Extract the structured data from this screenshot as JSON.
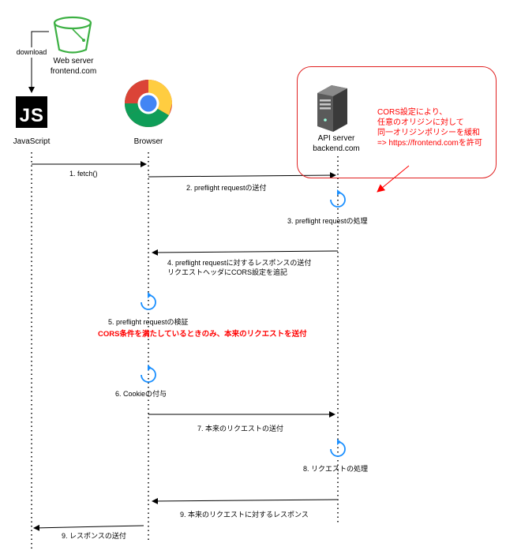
{
  "actors": {
    "webserver": {
      "line1": "Web server",
      "line2": "frontend.com"
    },
    "javascript": {
      "label": "JavaScript",
      "logo_text": "JS"
    },
    "browser": {
      "label": "Browser"
    },
    "api": {
      "line1": "API server",
      "line2": "backend.com"
    }
  },
  "download_label": "download",
  "cors_note": {
    "line1": "CORS設定により、",
    "line2": "任意のオリジンに対して",
    "line3": "同一オリジンポリシーを緩和",
    "line4": "=> https://frontend.comを許可"
  },
  "steps": {
    "s1": "1. fetch()",
    "s2": "2. preflight requestの送付",
    "s3": "3. preflight requestの処理",
    "s4a": "4. preflight requestに対するレスポンスの送付",
    "s4b": "リクエストヘッダにCORS設定を追記",
    "s5": "5. preflight requestの検証",
    "cors_condition": "CORS条件を満たしているときのみ、本来のリクエストを送付",
    "s6": "6. Cookieの付与",
    "s7": "7. 本来のリクエストの送付",
    "s8": "8. リクエストの処理",
    "s9a": "9. 本来のリクエストに対するレスポンス",
    "s9b": "9. レスポンスの送付"
  },
  "icons": [
    "bucket-icon",
    "js-logo-icon",
    "chrome-icon",
    "server-icon",
    "process-cycle-icon"
  ],
  "colors": {
    "note_border": "#e02020",
    "note_text": "#ff0000",
    "cycle": "#1a8fff",
    "bucket": "#3cb043"
  }
}
